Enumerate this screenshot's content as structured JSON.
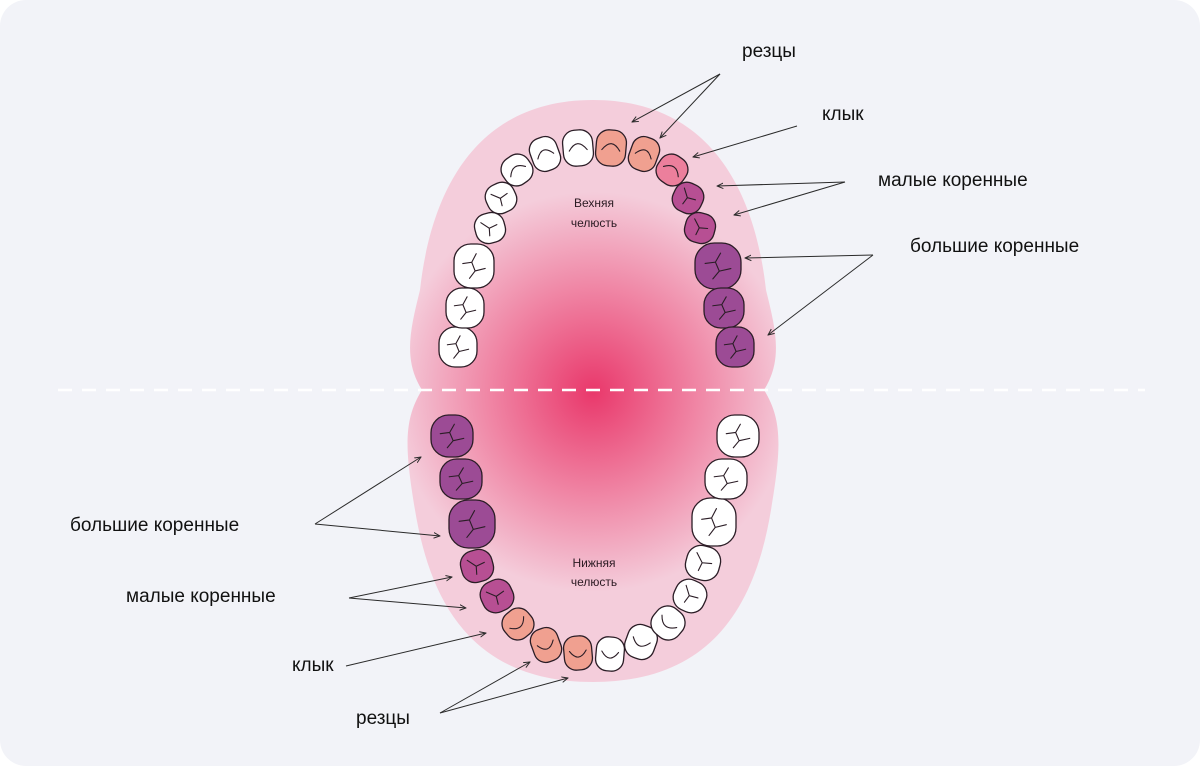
{
  "upper_jaw_label": [
    "Вехняя",
    "челюсть"
  ],
  "lower_jaw_label": [
    "Нижняя",
    "челюсть"
  ],
  "labels": {
    "upper_incisors": "резцы",
    "upper_canine": "клык",
    "upper_premolars": "малые коренные",
    "upper_molars": "большие коренные",
    "lower_molars": "большие коренные",
    "lower_premolars": "малые коренные",
    "lower_canine": "клык",
    "lower_incisors": "резцы"
  },
  "colors": {
    "background": "#f2f3f8",
    "mouth_edge": "#f4cddb",
    "mouth_center": "#e9386b",
    "incisor": "#f0a090",
    "canine": "#ec7f9c",
    "premolar": "#b74f93",
    "molar": "#9c4b95",
    "plain_tooth": "#ffffff"
  }
}
